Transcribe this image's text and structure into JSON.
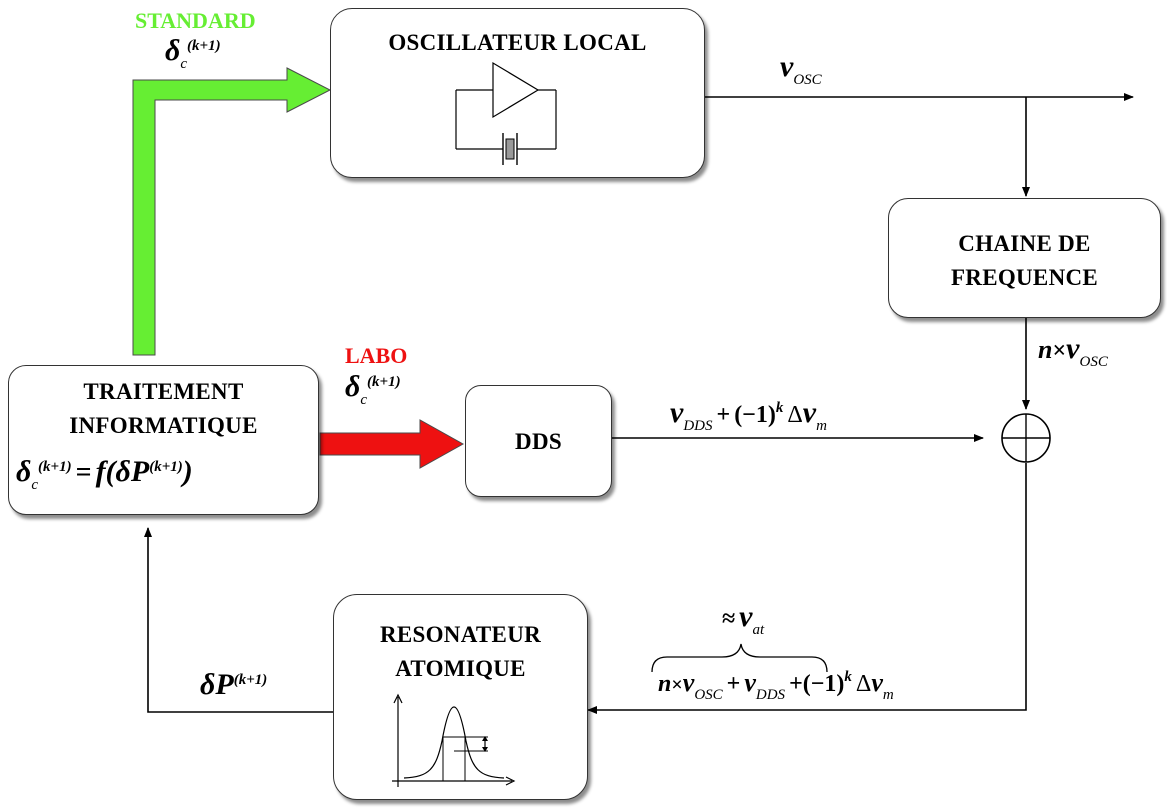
{
  "colors": {
    "standard": "#66ee33",
    "labo": "#ee1111",
    "line": "#000000"
  },
  "boxes": {
    "oscillator": "OSCILLATEUR  LOCAL",
    "chain_l1": "CHAINE DE",
    "chain_l2": "FREQUENCE",
    "dds": "DDS",
    "processing_l1": "TRAITEMENT",
    "processing_l2": "INFORMATIQUE",
    "resonator_l1": "RESONATEUR",
    "resonator_l2": "ATOMIQUE"
  },
  "tags": {
    "standard": "STANDARD",
    "labo": "LABO"
  },
  "symbols": {
    "delta": "δ",
    "c": "c",
    "k1": "(k+1)",
    "nu": "ν",
    "osc": "OSC",
    "dds_sub": "DDS",
    "at": "at",
    "m": "m",
    "k": "k",
    "n": "n",
    "times": "×",
    "plus": "+",
    "minus1": "(−1)",
    "Delta": "Δ",
    "approx": "≈",
    "eq": "=",
    "f_open": "f(",
    "dP": "δP",
    "close": ")"
  }
}
